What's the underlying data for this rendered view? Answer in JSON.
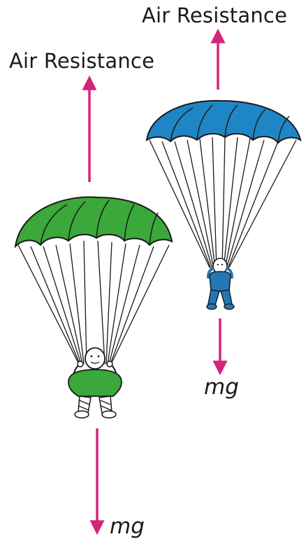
{
  "labels": {
    "air_resistance_left": "Air Resistance",
    "air_resistance_right": "Air Resistance",
    "weight_left": "mg",
    "weight_right": "mg"
  },
  "colors": {
    "arrow": "#d6237a",
    "canopy_left": "#3aa83a",
    "canopy_right": "#1f86c6",
    "jumper_left_shirt": "#3aa83a",
    "jumper_right_suit": "#2377b7",
    "outline": "#1a1a1a"
  },
  "icons": {
    "left_figure": "parachutist-green-icon",
    "right_figure": "parachutist-blue-icon"
  }
}
